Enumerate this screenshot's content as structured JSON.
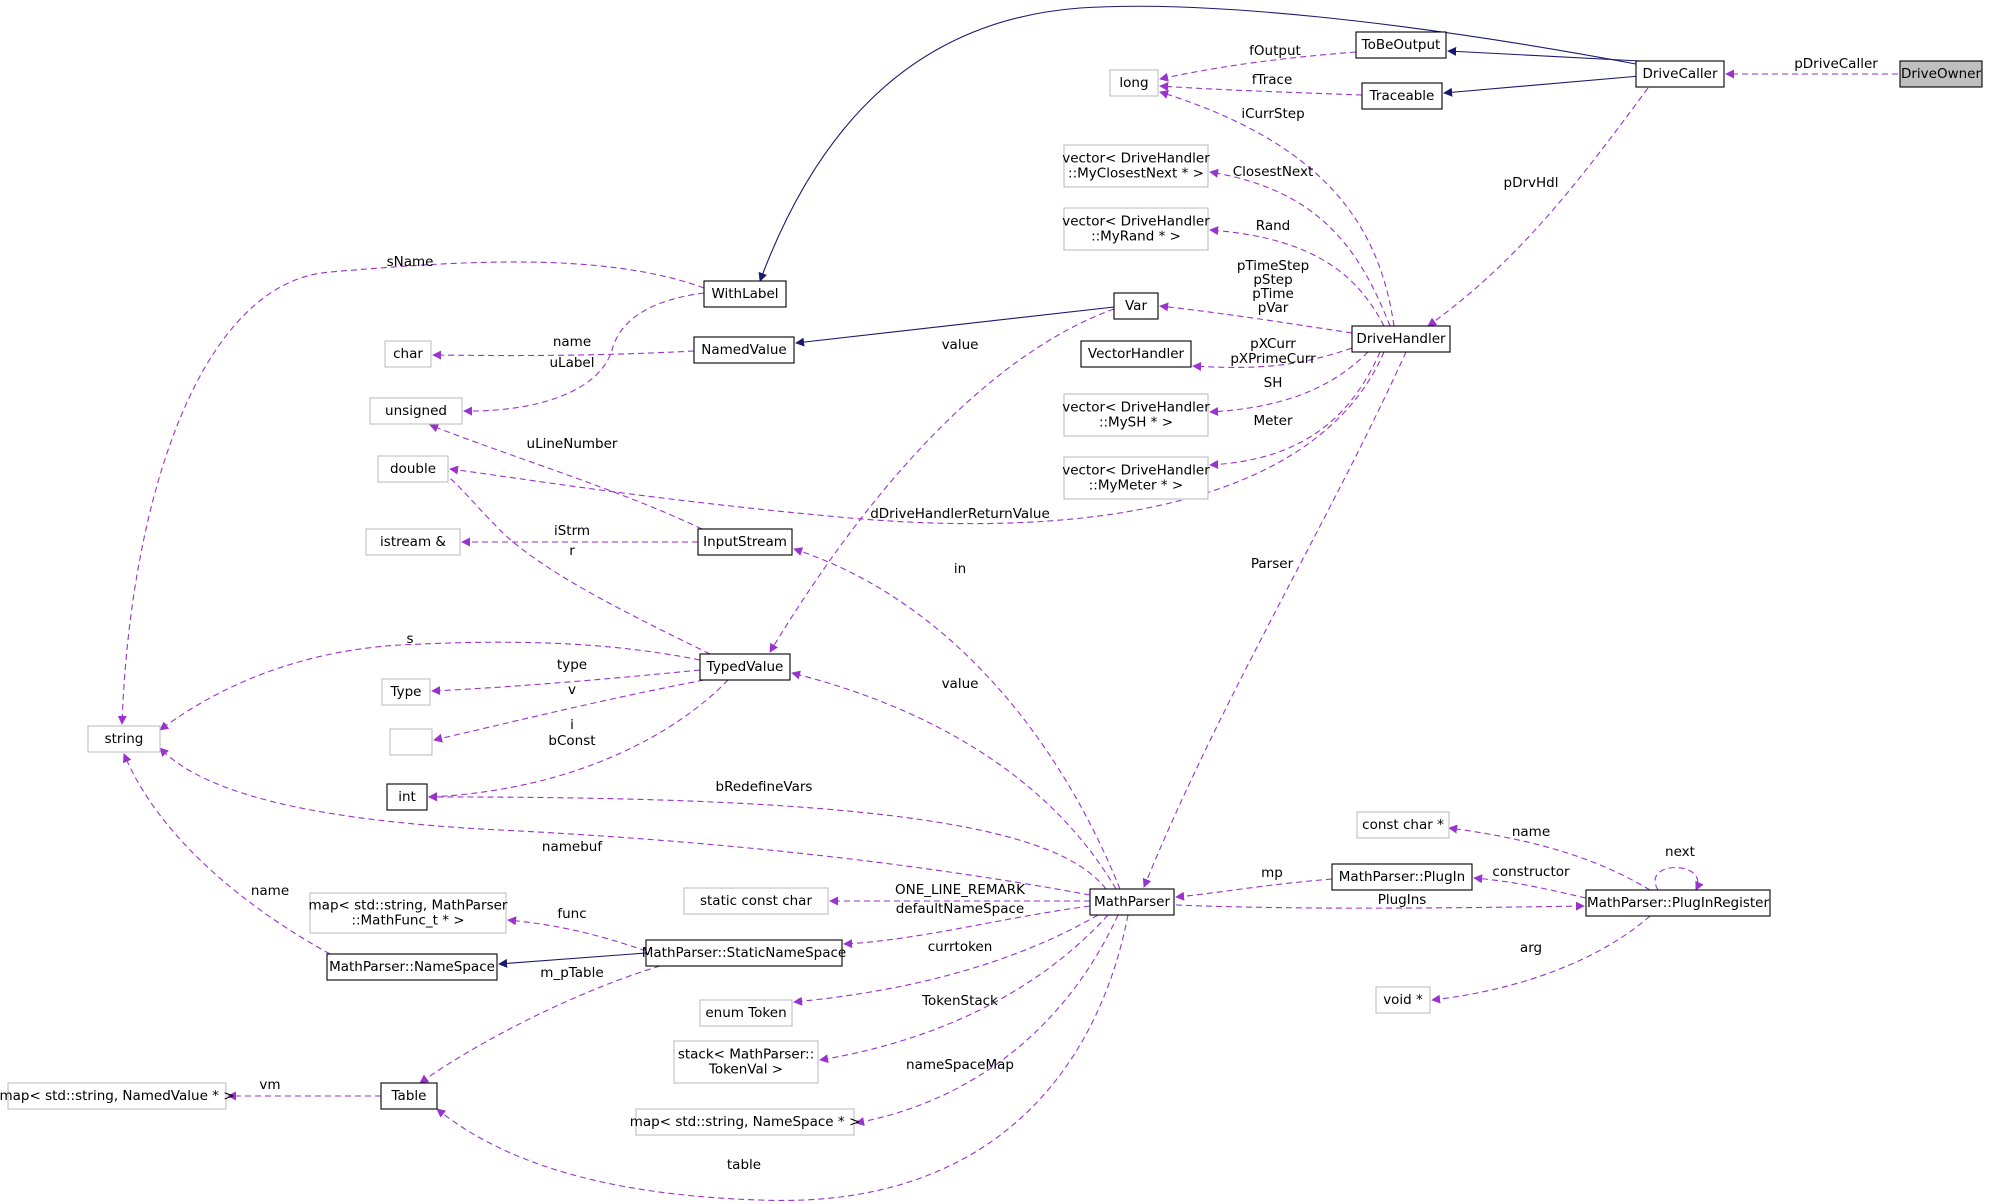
{
  "colors": {
    "background": "#ffffff",
    "inheritance_edge": "#191970",
    "usage_edge": "#9a32cd",
    "node_border_documented": "#000000",
    "node_border_external": "#bfbfbf",
    "highlighted_node_fill": "#bfbfbf"
  },
  "nodes": [
    {
      "id": "DriveOwner",
      "lines": [
        "DriveOwner"
      ],
      "style": "highlighted"
    },
    {
      "id": "DriveCaller",
      "lines": [
        "DriveCaller"
      ],
      "style": "documented"
    },
    {
      "id": "ToBeOutput",
      "lines": [
        "ToBeOutput"
      ],
      "style": "documented"
    },
    {
      "id": "Traceable",
      "lines": [
        "Traceable"
      ],
      "style": "documented"
    },
    {
      "id": "long",
      "lines": [
        "long"
      ],
      "style": "external"
    },
    {
      "id": "vecClosest",
      "lines": [
        "vector< DriveHandler",
        "::MyClosestNext * >"
      ],
      "style": "external"
    },
    {
      "id": "vecRand",
      "lines": [
        "vector< DriveHandler",
        "::MyRand * >"
      ],
      "style": "external"
    },
    {
      "id": "WithLabel",
      "lines": [
        "WithLabel"
      ],
      "style": "documented"
    },
    {
      "id": "Var",
      "lines": [
        "Var"
      ],
      "style": "documented"
    },
    {
      "id": "DriveHandler",
      "lines": [
        "DriveHandler"
      ],
      "style": "documented"
    },
    {
      "id": "char",
      "lines": [
        "char"
      ],
      "style": "external"
    },
    {
      "id": "NamedValue",
      "lines": [
        "NamedValue"
      ],
      "style": "documented"
    },
    {
      "id": "VectorHandler",
      "lines": [
        "VectorHandler"
      ],
      "style": "documented"
    },
    {
      "id": "unsigned",
      "lines": [
        "unsigned"
      ],
      "style": "external"
    },
    {
      "id": "vecSH",
      "lines": [
        "vector< DriveHandler",
        "::MySH * >"
      ],
      "style": "external"
    },
    {
      "id": "double",
      "lines": [
        "double"
      ],
      "style": "external"
    },
    {
      "id": "vecMeter",
      "lines": [
        "vector< DriveHandler",
        "::MyMeter * >"
      ],
      "style": "external"
    },
    {
      "id": "istream",
      "lines": [
        "istream &"
      ],
      "style": "external"
    },
    {
      "id": "InputStream",
      "lines": [
        "InputStream"
      ],
      "style": "documented"
    },
    {
      "id": "TypedValue",
      "lines": [
        "TypedValue"
      ],
      "style": "documented"
    },
    {
      "id": "Type",
      "lines": [
        "Type"
      ],
      "style": "external"
    },
    {
      "id": "string",
      "lines": [
        "string"
      ],
      "style": "external"
    },
    {
      "id": "empty",
      "lines": [
        ""
      ],
      "style": "external"
    },
    {
      "id": "int",
      "lines": [
        "int"
      ],
      "style": "documented"
    },
    {
      "id": "constchar",
      "lines": [
        "const char *"
      ],
      "style": "external"
    },
    {
      "id": "PlugIn",
      "lines": [
        "MathParser::PlugIn"
      ],
      "style": "documented"
    },
    {
      "id": "mapMathFunc",
      "lines": [
        "map< std::string, MathParser",
        "::MathFunc_t * >"
      ],
      "style": "external"
    },
    {
      "id": "staticconstchar",
      "lines": [
        "static const char"
      ],
      "style": "external"
    },
    {
      "id": "MathParser",
      "lines": [
        "MathParser"
      ],
      "style": "documented"
    },
    {
      "id": "PlugInRegister",
      "lines": [
        "MathParser::PlugInRegister"
      ],
      "style": "documented"
    },
    {
      "id": "NameSpace",
      "lines": [
        "MathParser::NameSpace"
      ],
      "style": "documented"
    },
    {
      "id": "StaticNameSpace",
      "lines": [
        "MathParser::StaticNameSpace"
      ],
      "style": "documented"
    },
    {
      "id": "enumToken",
      "lines": [
        "enum Token"
      ],
      "style": "external"
    },
    {
      "id": "voidptr",
      "lines": [
        "void *"
      ],
      "style": "external"
    },
    {
      "id": "stackToken",
      "lines": [
        "stack< MathParser::",
        "TokenVal >"
      ],
      "style": "external"
    },
    {
      "id": "mapNamedValue",
      "lines": [
        "map< std::string, NamedValue * >"
      ],
      "style": "external"
    },
    {
      "id": "Table",
      "lines": [
        "Table"
      ],
      "style": "documented"
    },
    {
      "id": "mapNameSpace",
      "lines": [
        "map< std::string, NameSpace * >"
      ],
      "style": "external"
    }
  ],
  "edges": [
    {
      "id": "e-inh-withlabel",
      "kind": "inheritance",
      "labels": []
    },
    {
      "id": "e-inh-tobeoutput",
      "kind": "inheritance",
      "labels": []
    },
    {
      "id": "e-inh-traceable",
      "kind": "inheritance",
      "labels": []
    },
    {
      "id": "e-inh-namedvalue",
      "kind": "inheritance",
      "labels": []
    },
    {
      "id": "e-inh-namespace",
      "kind": "inheritance",
      "labels": []
    },
    {
      "id": "e-pdrivecaller",
      "kind": "usage",
      "labels": [
        "pDriveCaller"
      ]
    },
    {
      "id": "e-foutput",
      "kind": "usage",
      "labels": [
        "fOutput"
      ]
    },
    {
      "id": "e-ftrace",
      "kind": "usage",
      "labels": [
        "fTrace"
      ]
    },
    {
      "id": "e-pdrvhdl",
      "kind": "usage",
      "labels": [
        "pDrvHdl"
      ]
    },
    {
      "id": "e-icurrstep",
      "kind": "usage",
      "labels": [
        "iCurrStep"
      ]
    },
    {
      "id": "e-closestnext",
      "kind": "usage",
      "labels": [
        "ClosestNext"
      ]
    },
    {
      "id": "e-rand",
      "kind": "usage",
      "labels": [
        "Rand"
      ]
    },
    {
      "id": "e-var",
      "kind": "usage",
      "labels": [
        "pTimeStep",
        "pStep",
        "pTime",
        "pVar"
      ]
    },
    {
      "id": "e-xcurr",
      "kind": "usage",
      "labels": [
        "pXCurr",
        "pXPrimeCurr"
      ]
    },
    {
      "id": "e-sh",
      "kind": "usage",
      "labels": [
        "SH"
      ]
    },
    {
      "id": "e-meter",
      "kind": "usage",
      "labels": [
        "Meter"
      ]
    },
    {
      "id": "e-ddhrv",
      "kind": "usage",
      "labels": [
        "dDriveHandlerReturnValue"
      ]
    },
    {
      "id": "e-parser",
      "kind": "usage",
      "labels": [
        "Parser"
      ]
    },
    {
      "id": "e-sname",
      "kind": "usage",
      "labels": [
        "sName"
      ]
    },
    {
      "id": "e-ulabel",
      "kind": "usage",
      "labels": [
        "uLabel"
      ]
    },
    {
      "id": "e-name-char",
      "kind": "usage",
      "labels": [
        "name"
      ]
    },
    {
      "id": "e-value-var",
      "kind": "usage",
      "labels": [
        "value"
      ]
    },
    {
      "id": "e-ulinenumber",
      "kind": "usage",
      "labels": [
        "uLineNumber"
      ]
    },
    {
      "id": "e-istrm",
      "kind": "usage",
      "labels": [
        "iStrm"
      ]
    },
    {
      "id": "e-r",
      "kind": "usage",
      "labels": [
        "r"
      ]
    },
    {
      "id": "e-in",
      "kind": "usage",
      "labels": [
        "in"
      ]
    },
    {
      "id": "e-s",
      "kind": "usage",
      "labels": [
        "s"
      ]
    },
    {
      "id": "e-type",
      "kind": "usage",
      "labels": [
        "type"
      ]
    },
    {
      "id": "e-v",
      "kind": "usage",
      "labels": [
        "v"
      ]
    },
    {
      "id": "e-ibconst",
      "kind": "usage",
      "labels": [
        "i",
        "bConst"
      ]
    },
    {
      "id": "e-value-mp",
      "kind": "usage",
      "labels": [
        "value"
      ]
    },
    {
      "id": "e-bredefine",
      "kind": "usage",
      "labels": [
        "bRedefineVars"
      ]
    },
    {
      "id": "e-namebuf",
      "kind": "usage",
      "labels": [
        "namebuf"
      ]
    },
    {
      "id": "e-name-ns",
      "kind": "usage",
      "labels": [
        "name"
      ]
    },
    {
      "id": "e-func",
      "kind": "usage",
      "labels": [
        "func"
      ]
    },
    {
      "id": "e-olr",
      "kind": "usage",
      "labels": [
        "ONE_LINE_REMARK"
      ]
    },
    {
      "id": "e-defaultns",
      "kind": "usage",
      "labels": [
        "defaultNameSpace"
      ]
    },
    {
      "id": "e-currtoken",
      "kind": "usage",
      "labels": [
        "currtoken"
      ]
    },
    {
      "id": "e-tokenstack",
      "kind": "usage",
      "labels": [
        "TokenStack"
      ]
    },
    {
      "id": "e-nsmap",
      "kind": "usage",
      "labels": [
        "nameSpaceMap"
      ]
    },
    {
      "id": "e-table",
      "kind": "usage",
      "labels": [
        "table"
      ]
    },
    {
      "id": "e-mptable",
      "kind": "usage",
      "labels": [
        "m_pTable"
      ]
    },
    {
      "id": "e-vm",
      "kind": "usage",
      "labels": [
        "vm"
      ]
    },
    {
      "id": "e-mp",
      "kind": "usage",
      "labels": [
        "mp"
      ]
    },
    {
      "id": "e-plugins",
      "kind": "usage",
      "labels": [
        "PlugIns"
      ]
    },
    {
      "id": "e-constructor",
      "kind": "usage",
      "labels": [
        "constructor"
      ]
    },
    {
      "id": "e-name-pr",
      "kind": "usage",
      "labels": [
        "name"
      ]
    },
    {
      "id": "e-next",
      "kind": "usage",
      "labels": [
        "next"
      ]
    },
    {
      "id": "e-arg",
      "kind": "usage",
      "labels": [
        "arg"
      ]
    }
  ]
}
